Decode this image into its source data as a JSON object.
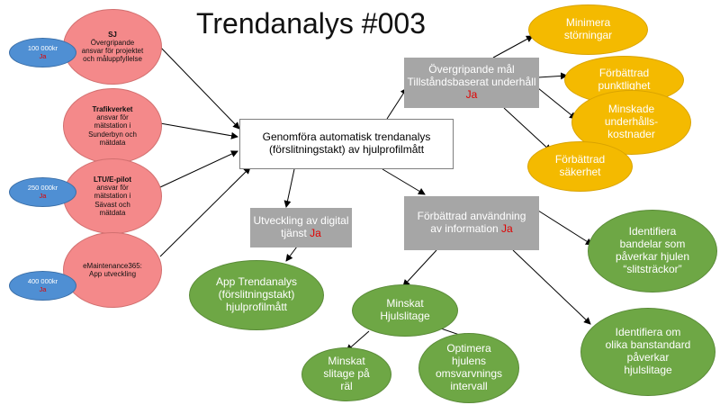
{
  "title": "Trendanalys #003",
  "yes": "Ja",
  "colors": {
    "pink": "#f4898a",
    "blue": "#4f8fd3",
    "green": "#6ea745",
    "gold": "#f4ba00",
    "grey": "#a6a6a6",
    "yes": "#e00000"
  },
  "partners": [
    {
      "name": "SJ",
      "text": "Övergripande ansvar för projektet och måluppfyllelse"
    },
    {
      "name": "Trafikverket",
      "text": "ansvar för mätstation i Sunderbyn och mätdata"
    },
    {
      "name": "LTU/E-pilot",
      "text": "ansvar för mätstation i Sävast och mätdata"
    },
    {
      "name": "eMaintenance365:",
      "text": "App utveckling"
    }
  ],
  "budgets": [
    {
      "amount": "100 000kr"
    },
    {
      "amount": "250 000kr"
    },
    {
      "amount": "400 000kr"
    }
  ],
  "center": "Genomföra automatisk trendanalys (förslitningstakt) av hjulprofilmått",
  "service": "Utveckling av digital tjänst",
  "app": "App Trendanalys (förslitningstakt) hjulprofilmått",
  "goal": "Övergripande mål Tillståndsbaserat underhåll",
  "info": "Förbättrad användning av information",
  "gold_items": [
    "Minimera störningar",
    "Förbättrad punktlighet",
    "Minskade underhålls-kostnader",
    "Förbättrad säkerhet"
  ],
  "wear": "Minskat Hjulslitage",
  "rail": "Minskat slitage på räl",
  "turning": "Optimera hjulens omsvarvnings intervall",
  "identify1": "Identifiera bandelar som påverkar hjulen “slitsträckor”",
  "identify2": "Identifiera om olika banstandard påverkar hjulslitage"
}
